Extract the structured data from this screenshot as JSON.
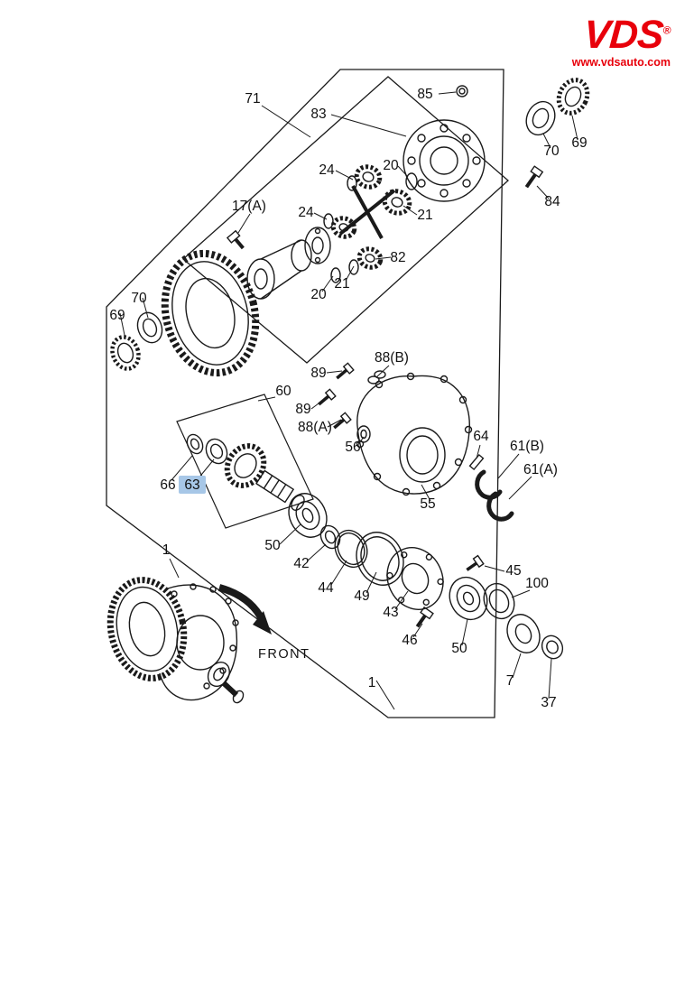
{
  "branding": {
    "logo_text": "VDS",
    "registered_mark": "®",
    "website": "www.vdsauto.com",
    "brand_color": "#e8000b"
  },
  "diagram": {
    "front_label": "FRONT",
    "highlight_color": "#a7c7e7",
    "labels": {
      "p85": "85",
      "p83": "83",
      "p71": "71",
      "p20a": "20",
      "p24a": "24",
      "p17a": "17(A)",
      "p24b": "24",
      "p21a": "21",
      "p82": "82",
      "p21b": "21",
      "p20b": "20",
      "p70a": "70",
      "p69a": "69",
      "p84": "84",
      "p70b": "70",
      "p69b": "69",
      "p88b": "88(B)",
      "p89a": "89",
      "p89b": "89",
      "p88a": "88(A)",
      "p56": "56",
      "p60": "60",
      "p66": "66",
      "p63": "63",
      "p50a": "50",
      "p42": "42",
      "p44": "44",
      "p49": "49",
      "p43": "43",
      "p46": "46",
      "p50b": "50",
      "p55": "55",
      "p64": "64",
      "p61b": "61(B)",
      "p61a": "61(A)",
      "p45": "45",
      "p100": "100",
      "p7": "7",
      "p37": "37",
      "p1a": "1",
      "p1b": "1"
    }
  }
}
